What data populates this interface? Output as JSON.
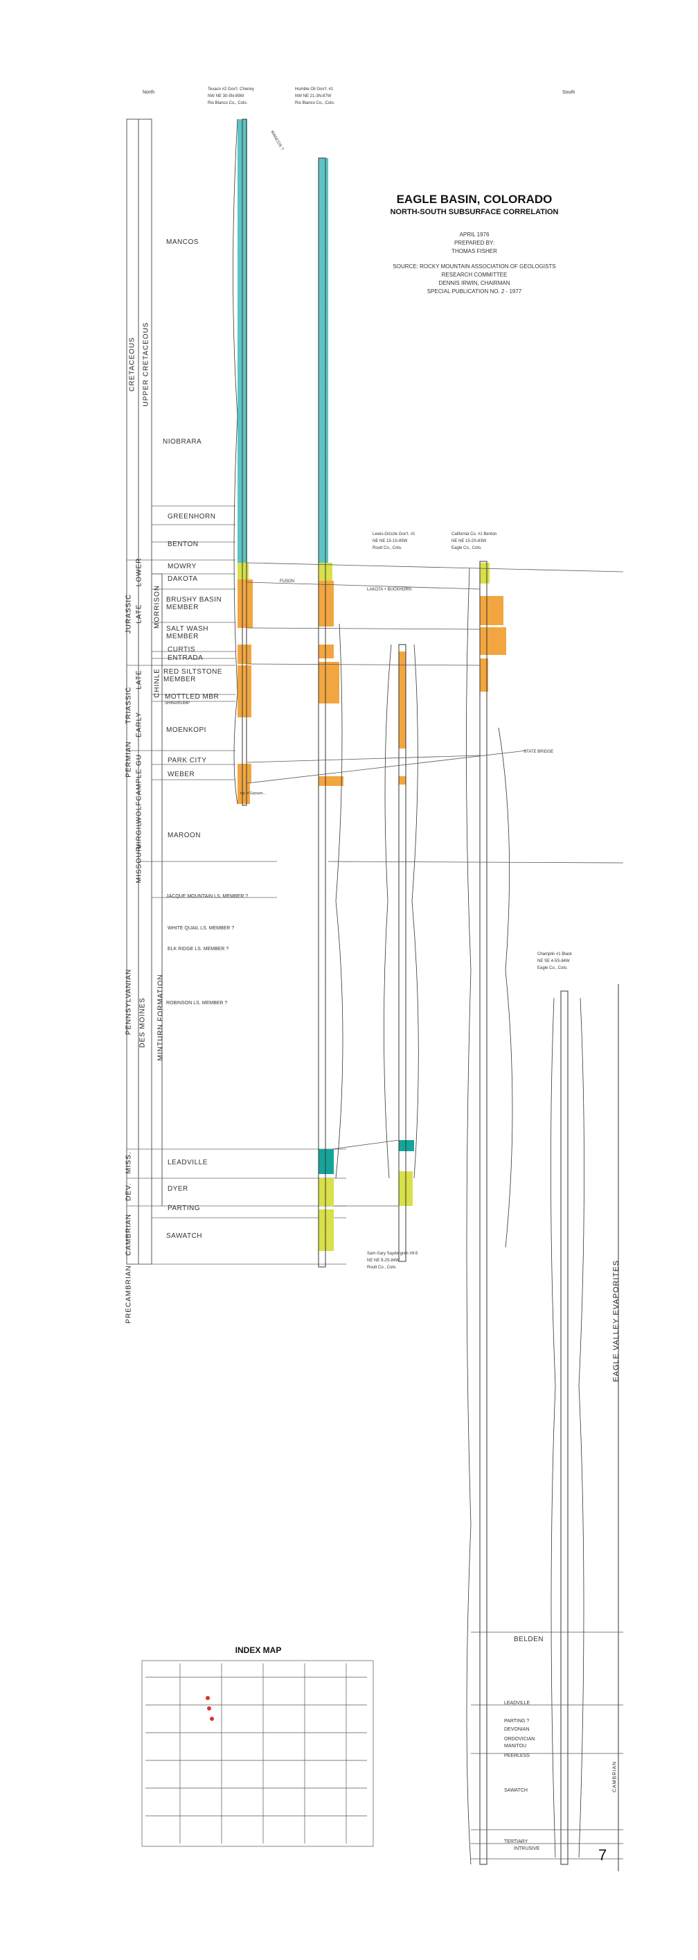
{
  "header": {
    "north": "North",
    "south": "South",
    "title": "EAGLE BASIN, COLORADO",
    "subtitle": "NORTH-SOUTH SUBSURFACE CORRELATION",
    "date": "APRIL 1976",
    "prepared_by": "PREPARED BY:",
    "author": "THOMAS FISHER",
    "source": "SOURCE: ROCKY MOUNTAIN ASSOCIATION OF GEOLOGISTS",
    "committee": "RESEARCH COMMITTEE",
    "chairman": "DENNIS IRWIN, CHAIRMAN",
    "publication": "SPECIAL PUBLICATION NO. 2 - 1977"
  },
  "wells": [
    {
      "name": "Texaco #2 Gov't. Cheney",
      "loc": "NW NE 30-5N-89W",
      "county": "Rio Blanco Co., Colo."
    },
    {
      "name": "Humble Oil Gov't. #1",
      "loc": "NW NE 21-3N-87W",
      "county": "Rio Blanco Co., Colo."
    },
    {
      "name": "Lewis-Grizzle Gov't. #1",
      "loc": "NE NE 15-1S-85W",
      "county": "Routt Co., Colo."
    },
    {
      "name": "California Co. #1 Benton",
      "loc": "NE NE 15-2S-83W",
      "county": "Eagle Co., Colo."
    },
    {
      "name": "Sam Gary Saydergren #9-5",
      "loc": "NE NE 9-2S-84W",
      "county": "Routt Co., Colo."
    },
    {
      "name": "Champlin #1 Black",
      "loc": "NE SE 4-5S-84W",
      "county": "Eagle Co., Colo."
    }
  ],
  "systems": [
    {
      "label": "CRETACEOUS"
    },
    {
      "label": "JURASSIC"
    },
    {
      "label": "TRIASSIC"
    },
    {
      "label": "PERMIAN"
    },
    {
      "label": "PENNSYLVANIAN"
    },
    {
      "label": "MISS."
    },
    {
      "label": "DEV."
    },
    {
      "label": "CAMBRIAN"
    },
    {
      "label": "PRECAMBRIAN"
    }
  ],
  "series": [
    {
      "label": "UPPER CRETACEOUS"
    },
    {
      "label": "LOWER"
    },
    {
      "label": "LATE"
    },
    {
      "label": "LATE"
    },
    {
      "label": "EARLY"
    },
    {
      "label": "LE GU"
    },
    {
      "label": "WOLFCAMP"
    },
    {
      "label": "VIRGIL"
    },
    {
      "label": "MISSOURI"
    },
    {
      "label": "DES MOINES"
    }
  ],
  "groups": [
    {
      "label": "MORRISON"
    },
    {
      "label": "CHINLE"
    },
    {
      "label": "MINTURN FORMATION"
    }
  ],
  "formations": [
    {
      "label": "MANCOS"
    },
    {
      "label": "NIOBRARA"
    },
    {
      "label": "GREENHORN"
    },
    {
      "label": "BENTON"
    },
    {
      "label": "MOWRY"
    },
    {
      "label": "DAKOTA"
    },
    {
      "label": "BRUSHY BASIN MEMBER"
    },
    {
      "label": "SALT WASH MEMBER"
    },
    {
      "label": "CURTIS"
    },
    {
      "label": "ENTRADA"
    },
    {
      "label": "RED SILTSTONE MEMBER"
    },
    {
      "label": "MOTTLED MBR"
    },
    {
      "label": "SHINARUMP"
    },
    {
      "label": "MOENKOPI"
    },
    {
      "label": "PARK CITY"
    },
    {
      "label": "WEBER"
    },
    {
      "label": "MAROON"
    },
    {
      "label": "JACQUE MOUNTAIN LS. MEMBER ?"
    },
    {
      "label": "WHITE QUAIL LS. MEMBER ?"
    },
    {
      "label": "ELK RIDGE LS. MEMBER ?"
    },
    {
      "label": "ROBINSON LS. MEMBER ?"
    },
    {
      "label": "LEADVILLE"
    },
    {
      "label": "DYER"
    },
    {
      "label": "PARTING"
    },
    {
      "label": "SAWATCH"
    }
  ],
  "annotations": {
    "mancos_q": "MANCOS ?",
    "fuson": "FUSON",
    "lakota": "LAKOTA + BUCKHORN",
    "state_bridge": "STATE BRIDGE",
    "eagle_valley": "EAGLE VALLEY EVAPORITES",
    "belden": "BELDEN",
    "leadville2": "LEADVILLE",
    "parting2": "PARTING ?",
    "devonian": "DEVONIAN",
    "ordovician": "ORDOVICIAN",
    "manitou": "MANITOU",
    "peerless": "PEERLESS",
    "sawatch2": "SAWATCH",
    "tertiary": "TERTIARY",
    "intrusive": "INTRUSIVE",
    "cambrian": "CAMBRIAN",
    "gypsum": "top of Gypsum..."
  },
  "index_map": {
    "title": "INDEX MAP"
  },
  "page_number": "7",
  "colors": {
    "cyan": "#5fc4c4",
    "yellow": "#d8e04a",
    "orange": "#f2a640",
    "teal": "#16a39a",
    "map_red": "#d9342b"
  }
}
